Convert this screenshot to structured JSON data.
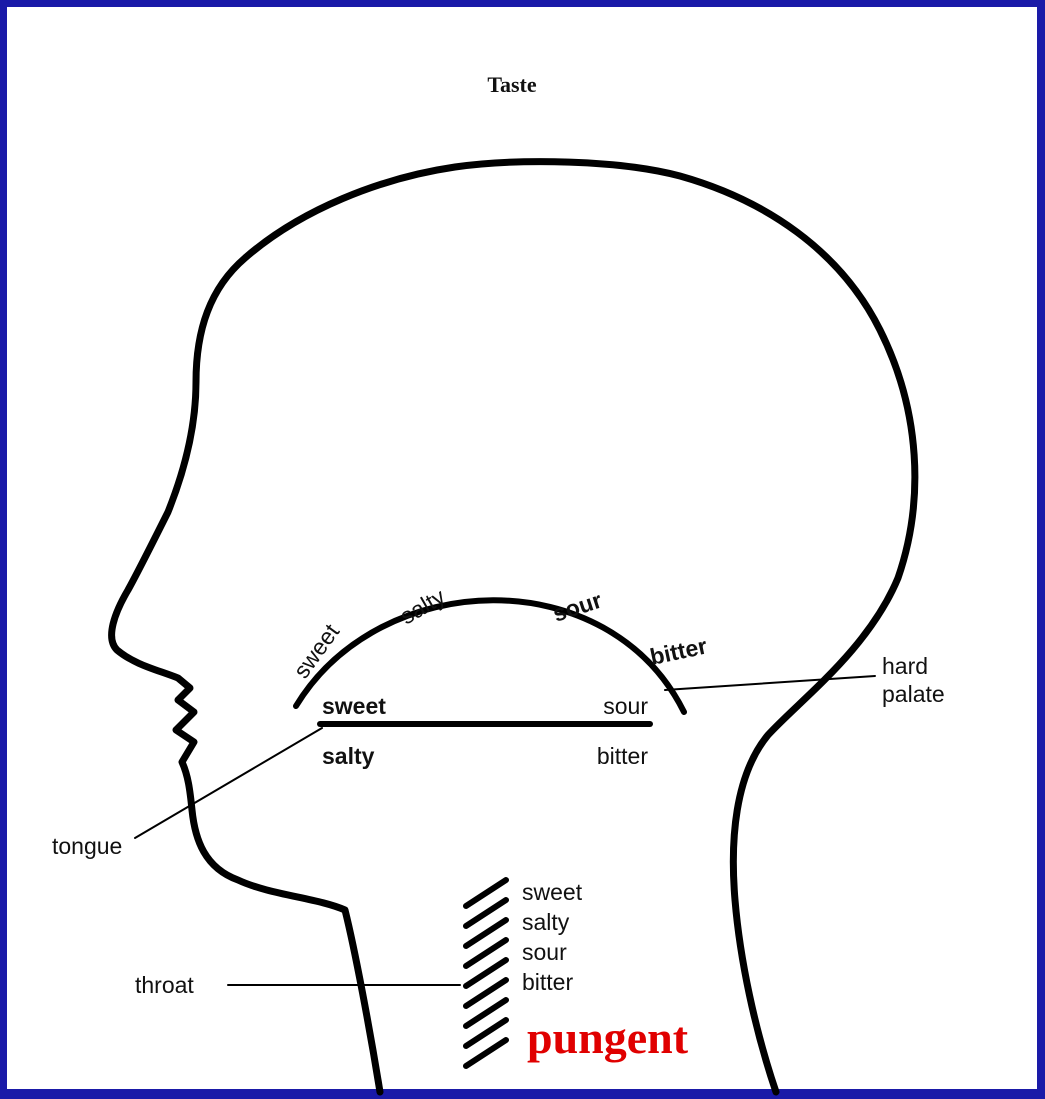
{
  "title": "Taste",
  "palate_labels": [
    "sweet",
    "salty",
    "sour",
    "bitter"
  ],
  "tongue": {
    "top_left": "sweet",
    "top_right": "sour",
    "bottom_left": "salty",
    "bottom_right": "bitter"
  },
  "throat_tastes": [
    "sweet",
    "salty",
    "sour",
    "bitter"
  ],
  "throat_highlight": "pungent",
  "labels": {
    "hard_palate_line1": "hard",
    "hard_palate_line2": "palate",
    "tongue": "tongue",
    "throat": "throat"
  },
  "colors": {
    "border": "#1a1aa8",
    "background": "#ffffff",
    "ink": "#000000",
    "highlight": "#e00000"
  }
}
